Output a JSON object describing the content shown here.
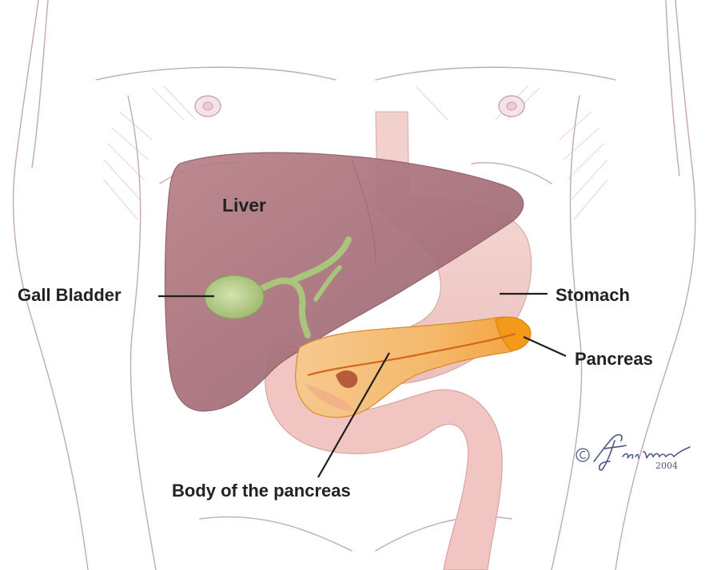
{
  "labels": {
    "liver": "Liver",
    "gall_bladder": "Gall Bladder",
    "stomach": "Stomach",
    "pancreas": "Pancreas",
    "body_of_pancreas": "Body of the pancreas"
  },
  "signature": {
    "name": "Terese Winslow",
    "year": "2004",
    "copyright_symbol": "©"
  },
  "colors": {
    "liver": "#a8727a",
    "gall_bladder": "#b9cf8f",
    "stomach": "#f0c9c6",
    "pancreas": "#f3b25d",
    "pancreas_tail": "#f39a1a",
    "duodenum": "#f1c6c2",
    "skin_lines": "#b99aa8",
    "label_text": "#222222",
    "signature": "#4b5488"
  }
}
